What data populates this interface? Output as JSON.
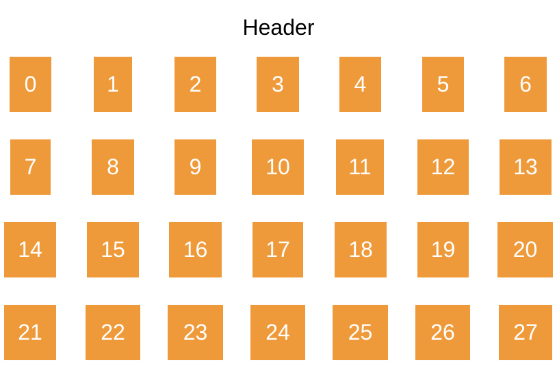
{
  "header": {
    "title": "Header"
  },
  "colors": {
    "tile_bg": "#ef9a3a",
    "tile_text": "#ffffff",
    "header_text": "#000000",
    "background": "#ffffff"
  },
  "rows": [
    {
      "items": [
        {
          "label": "0"
        },
        {
          "label": "1"
        },
        {
          "label": "2"
        },
        {
          "label": "3"
        },
        {
          "label": "4"
        },
        {
          "label": "5"
        },
        {
          "label": "6"
        }
      ]
    },
    {
      "items": [
        {
          "label": "7"
        },
        {
          "label": "8"
        },
        {
          "label": "9"
        },
        {
          "label": "10"
        },
        {
          "label": "11"
        },
        {
          "label": "12"
        },
        {
          "label": "13"
        }
      ]
    },
    {
      "items": [
        {
          "label": "14"
        },
        {
          "label": "15"
        },
        {
          "label": "16"
        },
        {
          "label": "17"
        },
        {
          "label": "18"
        },
        {
          "label": "19"
        },
        {
          "label": "20"
        }
      ]
    },
    {
      "items": [
        {
          "label": "21"
        },
        {
          "label": "22"
        },
        {
          "label": "23"
        },
        {
          "label": "24"
        },
        {
          "label": "25"
        },
        {
          "label": "26"
        },
        {
          "label": "27"
        }
      ]
    }
  ]
}
